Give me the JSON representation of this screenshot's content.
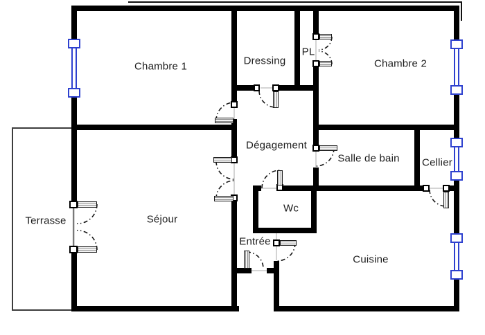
{
  "colors": {
    "wall": "#000000",
    "window": "#2e41cf",
    "arc": "#161616",
    "label": "#1b1b1b"
  },
  "rooms": [
    {
      "id": "chambre1",
      "label": "Chambre 1"
    },
    {
      "id": "dressing",
      "label": "Dressing"
    },
    {
      "id": "pl",
      "label": "PL"
    },
    {
      "id": "chambre2",
      "label": "Chambre 2"
    },
    {
      "id": "degagement",
      "label": "Dégagement"
    },
    {
      "id": "sdb",
      "label": "Salle de bain"
    },
    {
      "id": "cellier",
      "label": "Cellier"
    },
    {
      "id": "terrasse",
      "label": "Terrasse"
    },
    {
      "id": "sejour",
      "label": "Séjour"
    },
    {
      "id": "wc",
      "label": "Wc"
    },
    {
      "id": "entree",
      "label": "Entrée"
    },
    {
      "id": "cuisine",
      "label": "Cuisine"
    }
  ]
}
